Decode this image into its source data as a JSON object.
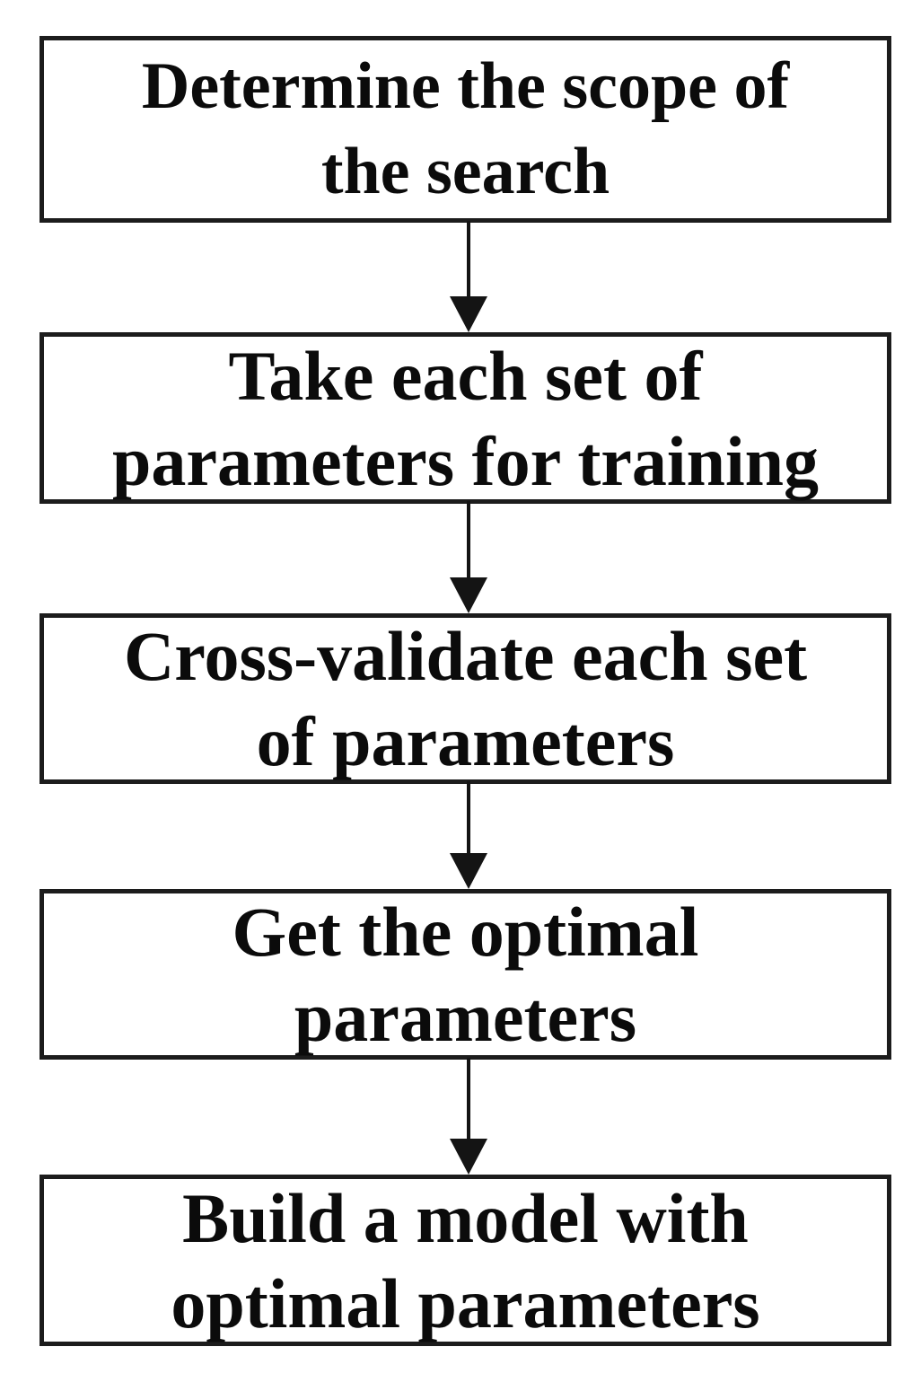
{
  "flowchart": {
    "steps": [
      {
        "label": "Determine the scope of\nthe search"
      },
      {
        "label": "Take each set of\nparameters for training"
      },
      {
        "label": "Cross-validate each set\nof parameters"
      },
      {
        "label": "Get the optimal\nparameters"
      },
      {
        "label": "Build a model with\noptimal parameters"
      }
    ],
    "colors": {
      "background": "#ffffff",
      "box_fill": "#ffffff",
      "box_border": "#1c1c1c",
      "text": "#0b0b0b",
      "arrow": "#141414"
    }
  }
}
